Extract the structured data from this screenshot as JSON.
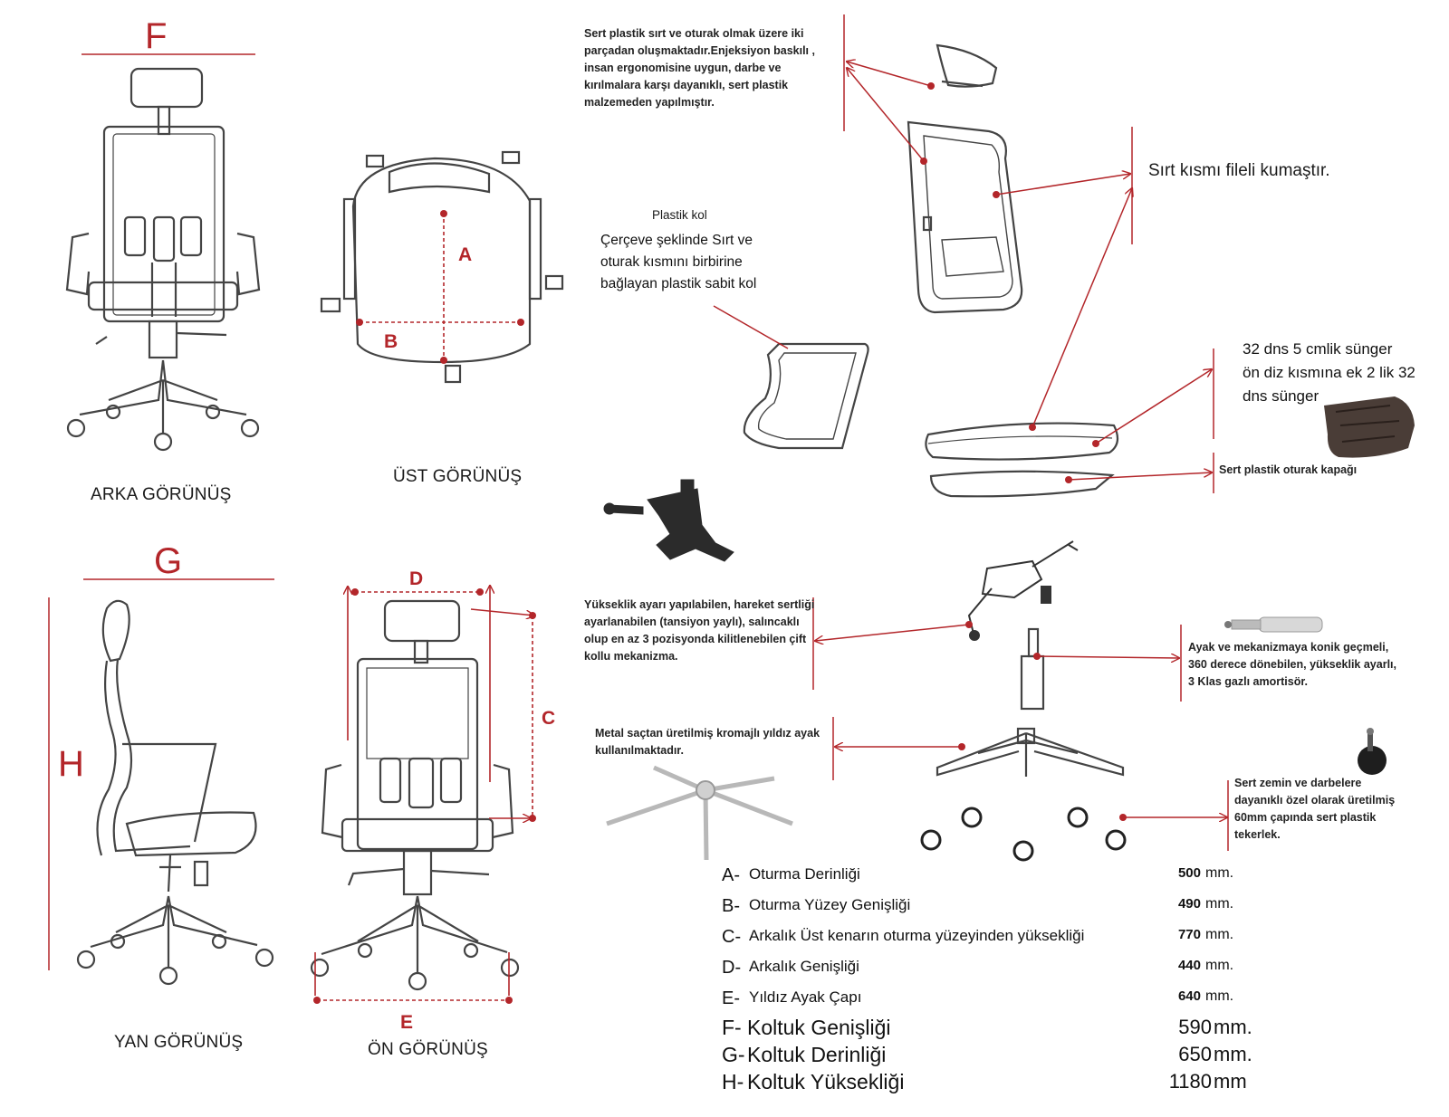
{
  "views": {
    "back": {
      "letter": "F",
      "caption": "ARKA GÖRÜNÜŞ"
    },
    "top": {
      "caption": "ÜST GÖRÜNÜŞ",
      "label_a": "A",
      "label_b": "B"
    },
    "side": {
      "letter": "G",
      "height_letter": "H",
      "caption": "YAN GÖRÜNÜŞ"
    },
    "front": {
      "caption": "ÖN GÖRÜNÜŞ",
      "label_d": "D",
      "label_c": "C",
      "label_e": "E"
    }
  },
  "notes": {
    "backrest_shell": "Sert plastik sırt ve oturak olmak üzere iki\nparçadan oluşmaktadır.Enjeksiyon baskılı ,\ninsan ergonomisine uygun, darbe ve\nkırılmalara karşı dayanıklı, sert plastik\nmalzemeden yapılmıştır.",
    "mesh_back": "Sırt kısmı fileli kumaştır.",
    "arm_title": "Plastik kol",
    "arm_desc": "Çerçeve şeklinde Sırt ve\noturak kısmını birbirine\nbağlayan plastik sabit kol",
    "foam": "32 dns 5 cmlik  sünger\nön diz kısmına ek 2 lik 32\ndns sünger",
    "seat_cover": "Sert plastik oturak kapağı",
    "mechanism": "Yükseklik ayarı yapılabilen, hareket sertliği\nayarlanabilen (tansiyon yaylı), salıncaklı\nolup en az 3 pozisyonda kilitlenebilen çift\nkollu  mekanizma.",
    "gas_lift": "Ayak ve mekanizmaya konik geçmeli,\n360 derece dönebilen, yükseklik ayarlı,\n3 Klas gazlı amortisör.",
    "star_base": "Metal saçtan üretilmiş kromajlı yıldız ayak\nkullanılmaktadır.",
    "wheels": "Sert zemin ve darbelere\ndayanıklı özel olarak üretilmiş\n60mm  çapında sert plastik\n tekerlek."
  },
  "dimensions": [
    {
      "letter": "A-",
      "label": "Oturma Derinliği",
      "value": "500",
      "unit": "mm."
    },
    {
      "letter": "B-",
      "label": "Oturma Yüzey Genişliği",
      "value": "490",
      "unit": "mm."
    },
    {
      "letter": "C-",
      "label": "Arkalık Üst kenarın oturma yüzeyinden yüksekliği",
      "value": "770",
      "unit": "mm."
    },
    {
      "letter": "D-",
      "label": "Arkalık Genişliği",
      "value": "440",
      "unit": "mm."
    },
    {
      "letter": "E-",
      "label": "Yıldız Ayak Çapı",
      "value": "640",
      "unit": "mm."
    },
    {
      "letter": "F-",
      "label": "Koltuk Genişliği",
      "value": "590",
      "unit": "mm."
    },
    {
      "letter": "G-",
      "label": "Koltuk Derinliği",
      "value": "650",
      "unit": "mm."
    },
    {
      "letter": "H-",
      "label": "Koltuk Yüksekliği",
      "value": "1180",
      "unit": "mm"
    }
  ],
  "colors": {
    "line": "#3a3a3a",
    "annotation": "#b3262a",
    "dark_part": "#2b2b2b",
    "chrome": "#c9c9c9"
  }
}
